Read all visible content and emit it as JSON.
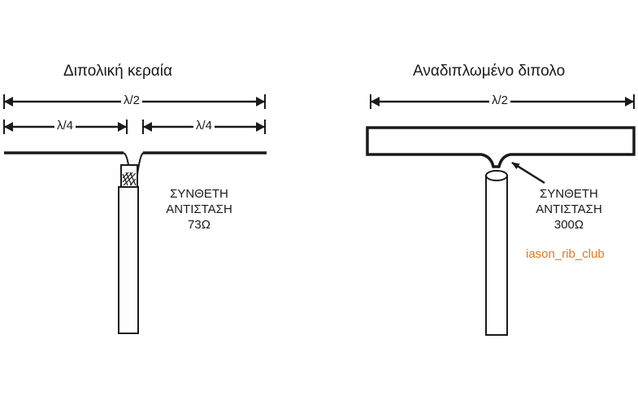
{
  "left_diagram": {
    "title": "Διπολική κεραία",
    "full_length_label": "λ/2",
    "left_half_label": "λ/4",
    "right_half_label": "λ/4",
    "impedance_line1": "ΣΥΝΘΕΤΗ",
    "impedance_line2": "ΑΝΤΙΣΤΑΣΗ",
    "impedance_value": "73Ω"
  },
  "right_diagram": {
    "title": "Αναδιπλωμένο διπολο",
    "full_length_label": "λ/2",
    "impedance_line1": "ΣΥΝΘΕΤΗ",
    "impedance_line2": "ΑΝΤΙΣΤΑΣΗ",
    "impedance_value": "300Ω"
  },
  "watermark": "iason_rib_club",
  "colors": {
    "line": "#1a1a1a",
    "watermark": "#e07a1f",
    "background": "#ffffff"
  }
}
